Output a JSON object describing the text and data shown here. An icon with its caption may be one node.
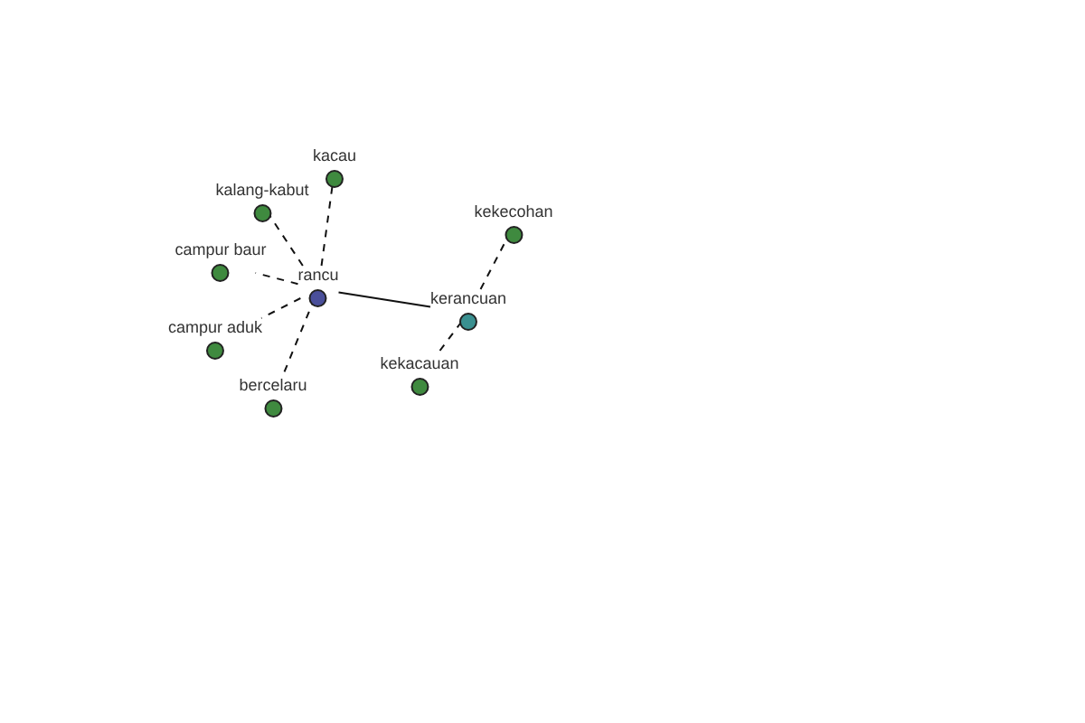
{
  "diagram": {
    "nodes": [
      {
        "text": [
          "rancu"
        ]
      },
      {
        "text": [
          "kacau"
        ]
      },
      {
        "text": [
          "kalang-kabut"
        ]
      },
      {
        "text": [
          "campur baur"
        ]
      },
      {
        "text": [
          "campur aduk"
        ]
      },
      {
        "text": [
          "bercelaru"
        ]
      },
      {
        "text": [
          "kerancuan"
        ]
      },
      {
        "text": [
          "kekecohan"
        ]
      },
      {
        "text": [
          "kekacauan"
        ]
      }
    ],
    "edges": [
      {
        "from": 0,
        "to": 1,
        "arrow": "none",
        "style": "dashed"
      },
      {
        "from": 0,
        "to": 2,
        "arrow": "none",
        "style": "dashed"
      },
      {
        "from": 0,
        "to": 3,
        "arrow": "none",
        "style": "dashed"
      },
      {
        "from": 0,
        "to": 4,
        "arrow": "none",
        "style": "dashed"
      },
      {
        "from": 0,
        "to": 5,
        "arrow": "none",
        "style": "dashed"
      },
      {
        "from": 0,
        "to": 6,
        "arrow": "none"
      },
      {
        "from": 6,
        "to": 7,
        "arrow": "none",
        "style": "dashed"
      },
      {
        "from": 6,
        "to": 8,
        "arrow": "none",
        "style": "dashed"
      }
    ]
  }
}
